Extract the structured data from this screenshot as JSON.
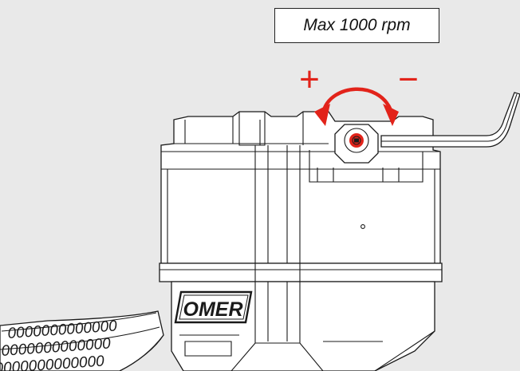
{
  "speed_limit_label": "Max 1000 rpm",
  "brand_logo_text": "OMER",
  "hose_pattern_text": "0000000000000",
  "adjust_increase_symbol": "+",
  "adjust_decrease_symbol": "−",
  "colors": {
    "background": "#e9e9e9",
    "adjust_arrow": "#e2231a",
    "line": "#1a1a1a"
  }
}
